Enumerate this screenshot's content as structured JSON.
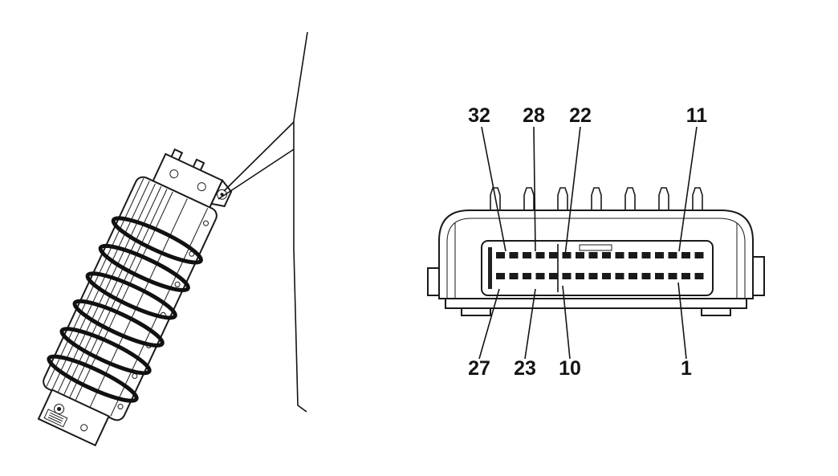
{
  "figure": {
    "background": "#ffffff",
    "stroke_color": "#1a1a1a",
    "connector": {
      "top_labels": [
        "32",
        "28",
        "22",
        "11"
      ],
      "bottom_labels": [
        "27",
        "23",
        "10",
        "1"
      ],
      "top_tab_count": 7,
      "terminals_per_row": 16,
      "row_count": 2
    }
  }
}
